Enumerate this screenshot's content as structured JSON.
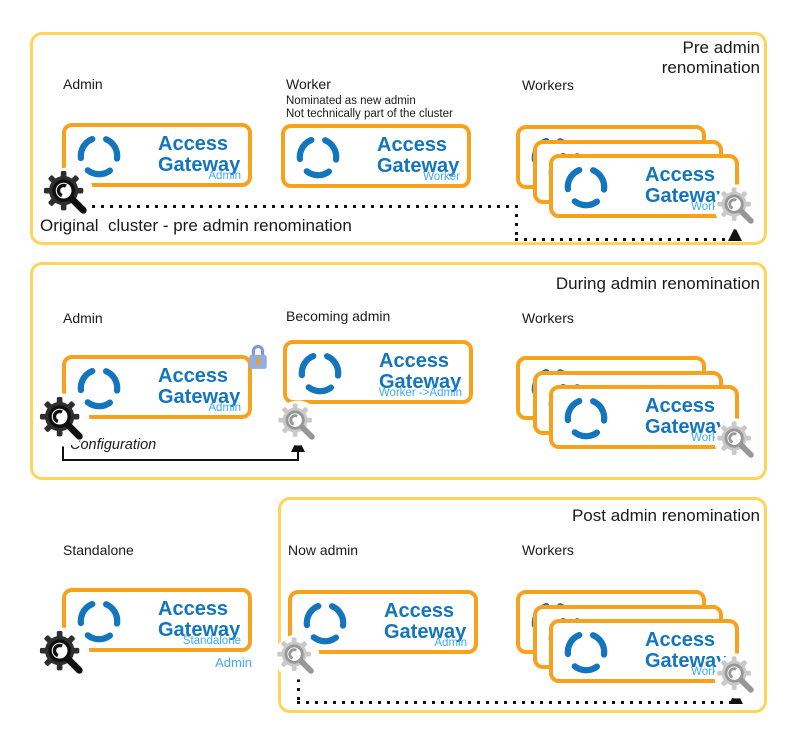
{
  "brand": {
    "line1": "Access",
    "line2": "Gateway"
  },
  "icons": {
    "config_dark": "gear-magnifier-icon",
    "config_gray": "gear-magnifier-icon-gray",
    "lock": "lock-icon",
    "logo": "access-gateway-ring-icon"
  },
  "colors": {
    "section_border": "#FFD45C",
    "card_border": "#F7A11C",
    "brand_blue": "#1375BC",
    "role_blue": "#3FA9F5",
    "lock_body": "#94ADE0",
    "connector": "#111111"
  },
  "sections": {
    "pre": {
      "title": "Pre admin renomination",
      "caption": "Original  cluster - pre admin renomination",
      "admin_label": "Admin",
      "worker_label": "Worker",
      "worker_note_1": "Nominated as new admin",
      "worker_note_2": "Not technically part of the cluster",
      "workers_label": "Workers",
      "admin_role": "Admin",
      "worker_role": "Worker",
      "workers_role": "Worker"
    },
    "during": {
      "title": "During admin renomination",
      "admin_label": "Admin",
      "becoming_label": "Becoming admin",
      "workers_label": "Workers",
      "admin_role": "Admin",
      "becoming_role": "Worker ->Admin",
      "workers_role": "Worker",
      "configuration_label": "Configuration"
    },
    "post": {
      "title": "Post admin renomination",
      "standalone_label": "Standalone",
      "now_admin_label": "Now admin",
      "workers_label": "Workers",
      "standalone_role": "Standalone",
      "standalone_below_role": "Admin",
      "now_admin_role": "Admin",
      "workers_role": "Worker"
    }
  }
}
